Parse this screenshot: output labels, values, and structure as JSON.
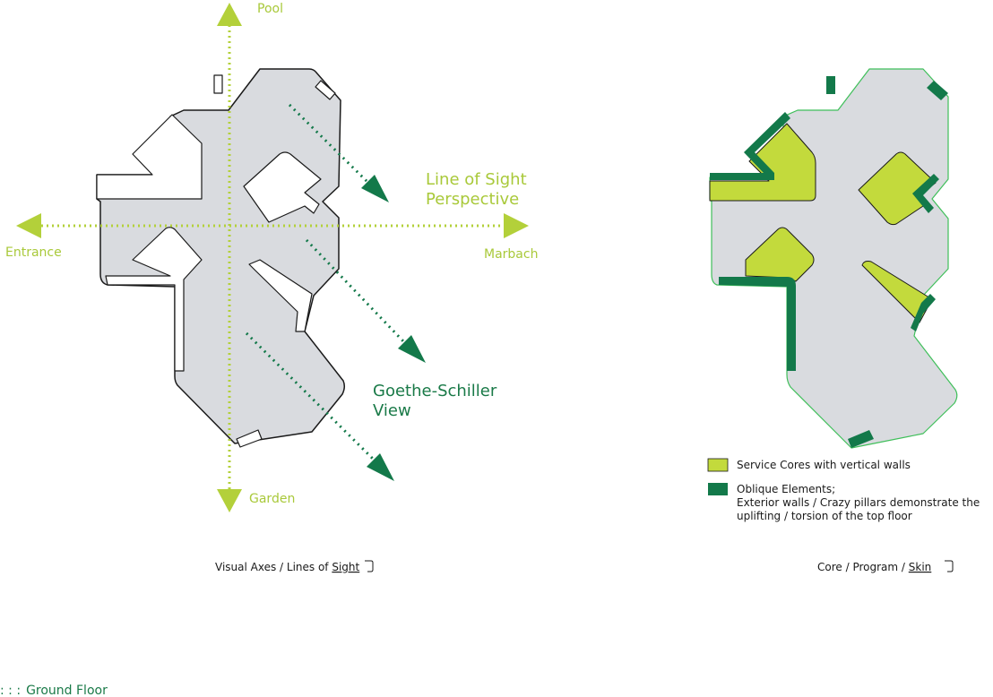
{
  "left_diagram": {
    "directions": {
      "north": "Pool",
      "south": "Garden",
      "west": "Entrance",
      "east": "Marbach"
    },
    "axis_title_line1": "Line of Sight",
    "axis_title_line2": "Perspective",
    "view_title_line1": "Goethe-Schiller",
    "view_title_line2": "View",
    "caption_prefix": "Visual Axes / Lines of ",
    "caption_emph": "Sight"
  },
  "right_diagram": {
    "legend": [
      {
        "label_lines": [
          "Service Cores with vertical walls"
        ],
        "color": "#c3da3c"
      },
      {
        "label_lines": [
          "Oblique Elements;",
          "Exterior walls / Crazy pillars demonstrate the",
          "uplifting / torsion of the top floor"
        ],
        "color": "#13794a"
      }
    ],
    "caption_prefix": "Core / Program / ",
    "caption_emph": "Skin"
  },
  "footer": {
    "marker": ": : :",
    "label": "Ground Floor"
  },
  "colors": {
    "floor": "#d9dbdf",
    "lime": "#c3da3c",
    "lime_line": "#b3d03a",
    "dark_green": "#13794a",
    "skin_outline": "#3fbf5a"
  }
}
